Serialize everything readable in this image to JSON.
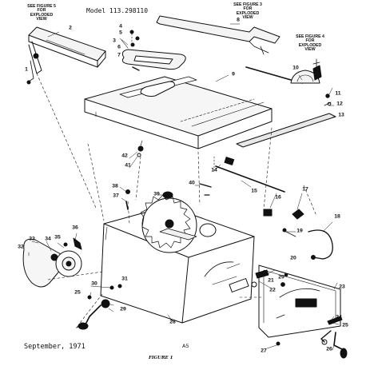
{
  "header": {
    "note_figure5": "SEE FIGURE 5\nFOR\nEXPLODED\nVIEW",
    "model": "Model 113.298110",
    "note_figure3": "SEE FIGURE 3\nFOR\nEXPLODED\nVIEW",
    "note_figure4": "SEE FIGURE 4\nFOR\nEXPLODED\nVIEW"
  },
  "footer": {
    "date": "September, 1971",
    "page": "A5",
    "figure": "FIGURE 1"
  },
  "callouts": [
    "1",
    "2",
    "3",
    "4",
    "5",
    "6",
    "7",
    "8",
    "9",
    "10",
    "11",
    "12",
    "13",
    "14",
    "15",
    "16",
    "17",
    "18",
    "19",
    "20",
    "21",
    "22",
    "23",
    "24",
    "25",
    "25",
    "26",
    "27",
    "28",
    "29",
    "29",
    "30",
    "31",
    "32",
    "33",
    "34",
    "35",
    "36",
    "37",
    "38",
    "39",
    "40",
    "41",
    "42"
  ]
}
